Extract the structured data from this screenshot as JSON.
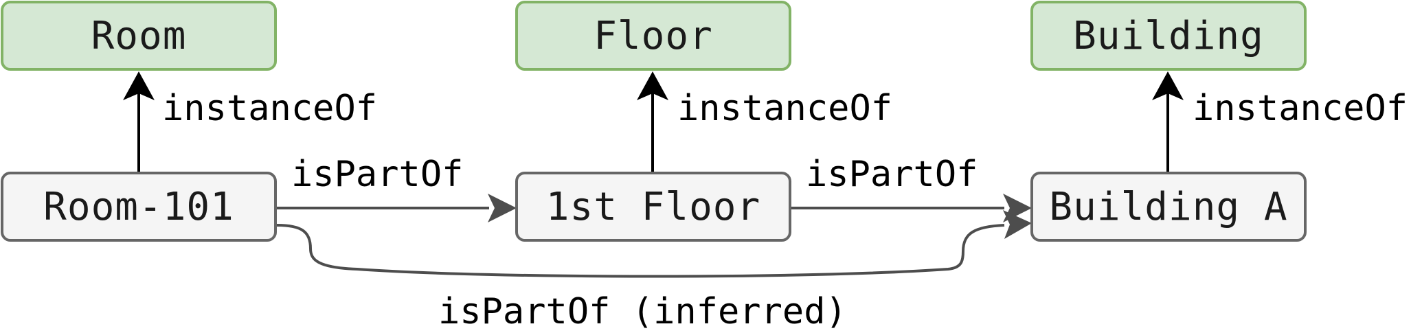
{
  "classes": {
    "room": "Room",
    "floor": "Floor",
    "building": "Building"
  },
  "instances": {
    "room101": "Room-101",
    "floor1": "1st Floor",
    "buildingA": "Building A"
  },
  "edges": {
    "instance_of_room": "instanceOf",
    "instance_of_floor": "instanceOf",
    "instance_of_building": "instanceOf",
    "room_part_of_floor": "isPartOf",
    "floor_part_of_building": "isPartOf",
    "room_part_of_building_inferred": "isPartOf (inferred)"
  },
  "colors": {
    "class_fill": "#d5e8d4",
    "class_border": "#82b366",
    "instance_fill": "#f5f5f5",
    "instance_border": "#666666",
    "edge_black": "#000000",
    "edge_gray": "#4d4d4d"
  }
}
